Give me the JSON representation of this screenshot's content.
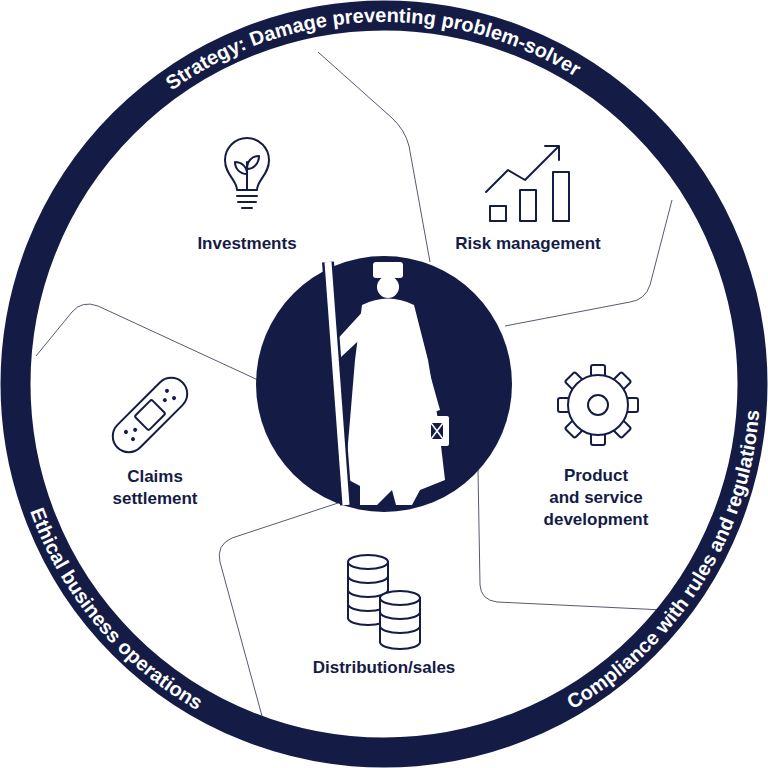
{
  "diagram": {
    "nodes": [
      {
        "text": [
          "Strategy: Damage preventing problem-solver",
          "Compliance with rules and regulations",
          "Ethical business operations"
        ]
      },
      {
        "text": [
          "Investments"
        ],
        "in": 0
      },
      {
        "text": [
          "Risk management"
        ],
        "in": 0
      },
      {
        "text": [
          "Product and service development"
        ],
        "in": 0
      },
      {
        "text": [
          "Distribution/sales"
        ],
        "in": 0
      },
      {
        "text": [
          "Claims settlement"
        ],
        "in": 0
      }
    ]
  }
}
